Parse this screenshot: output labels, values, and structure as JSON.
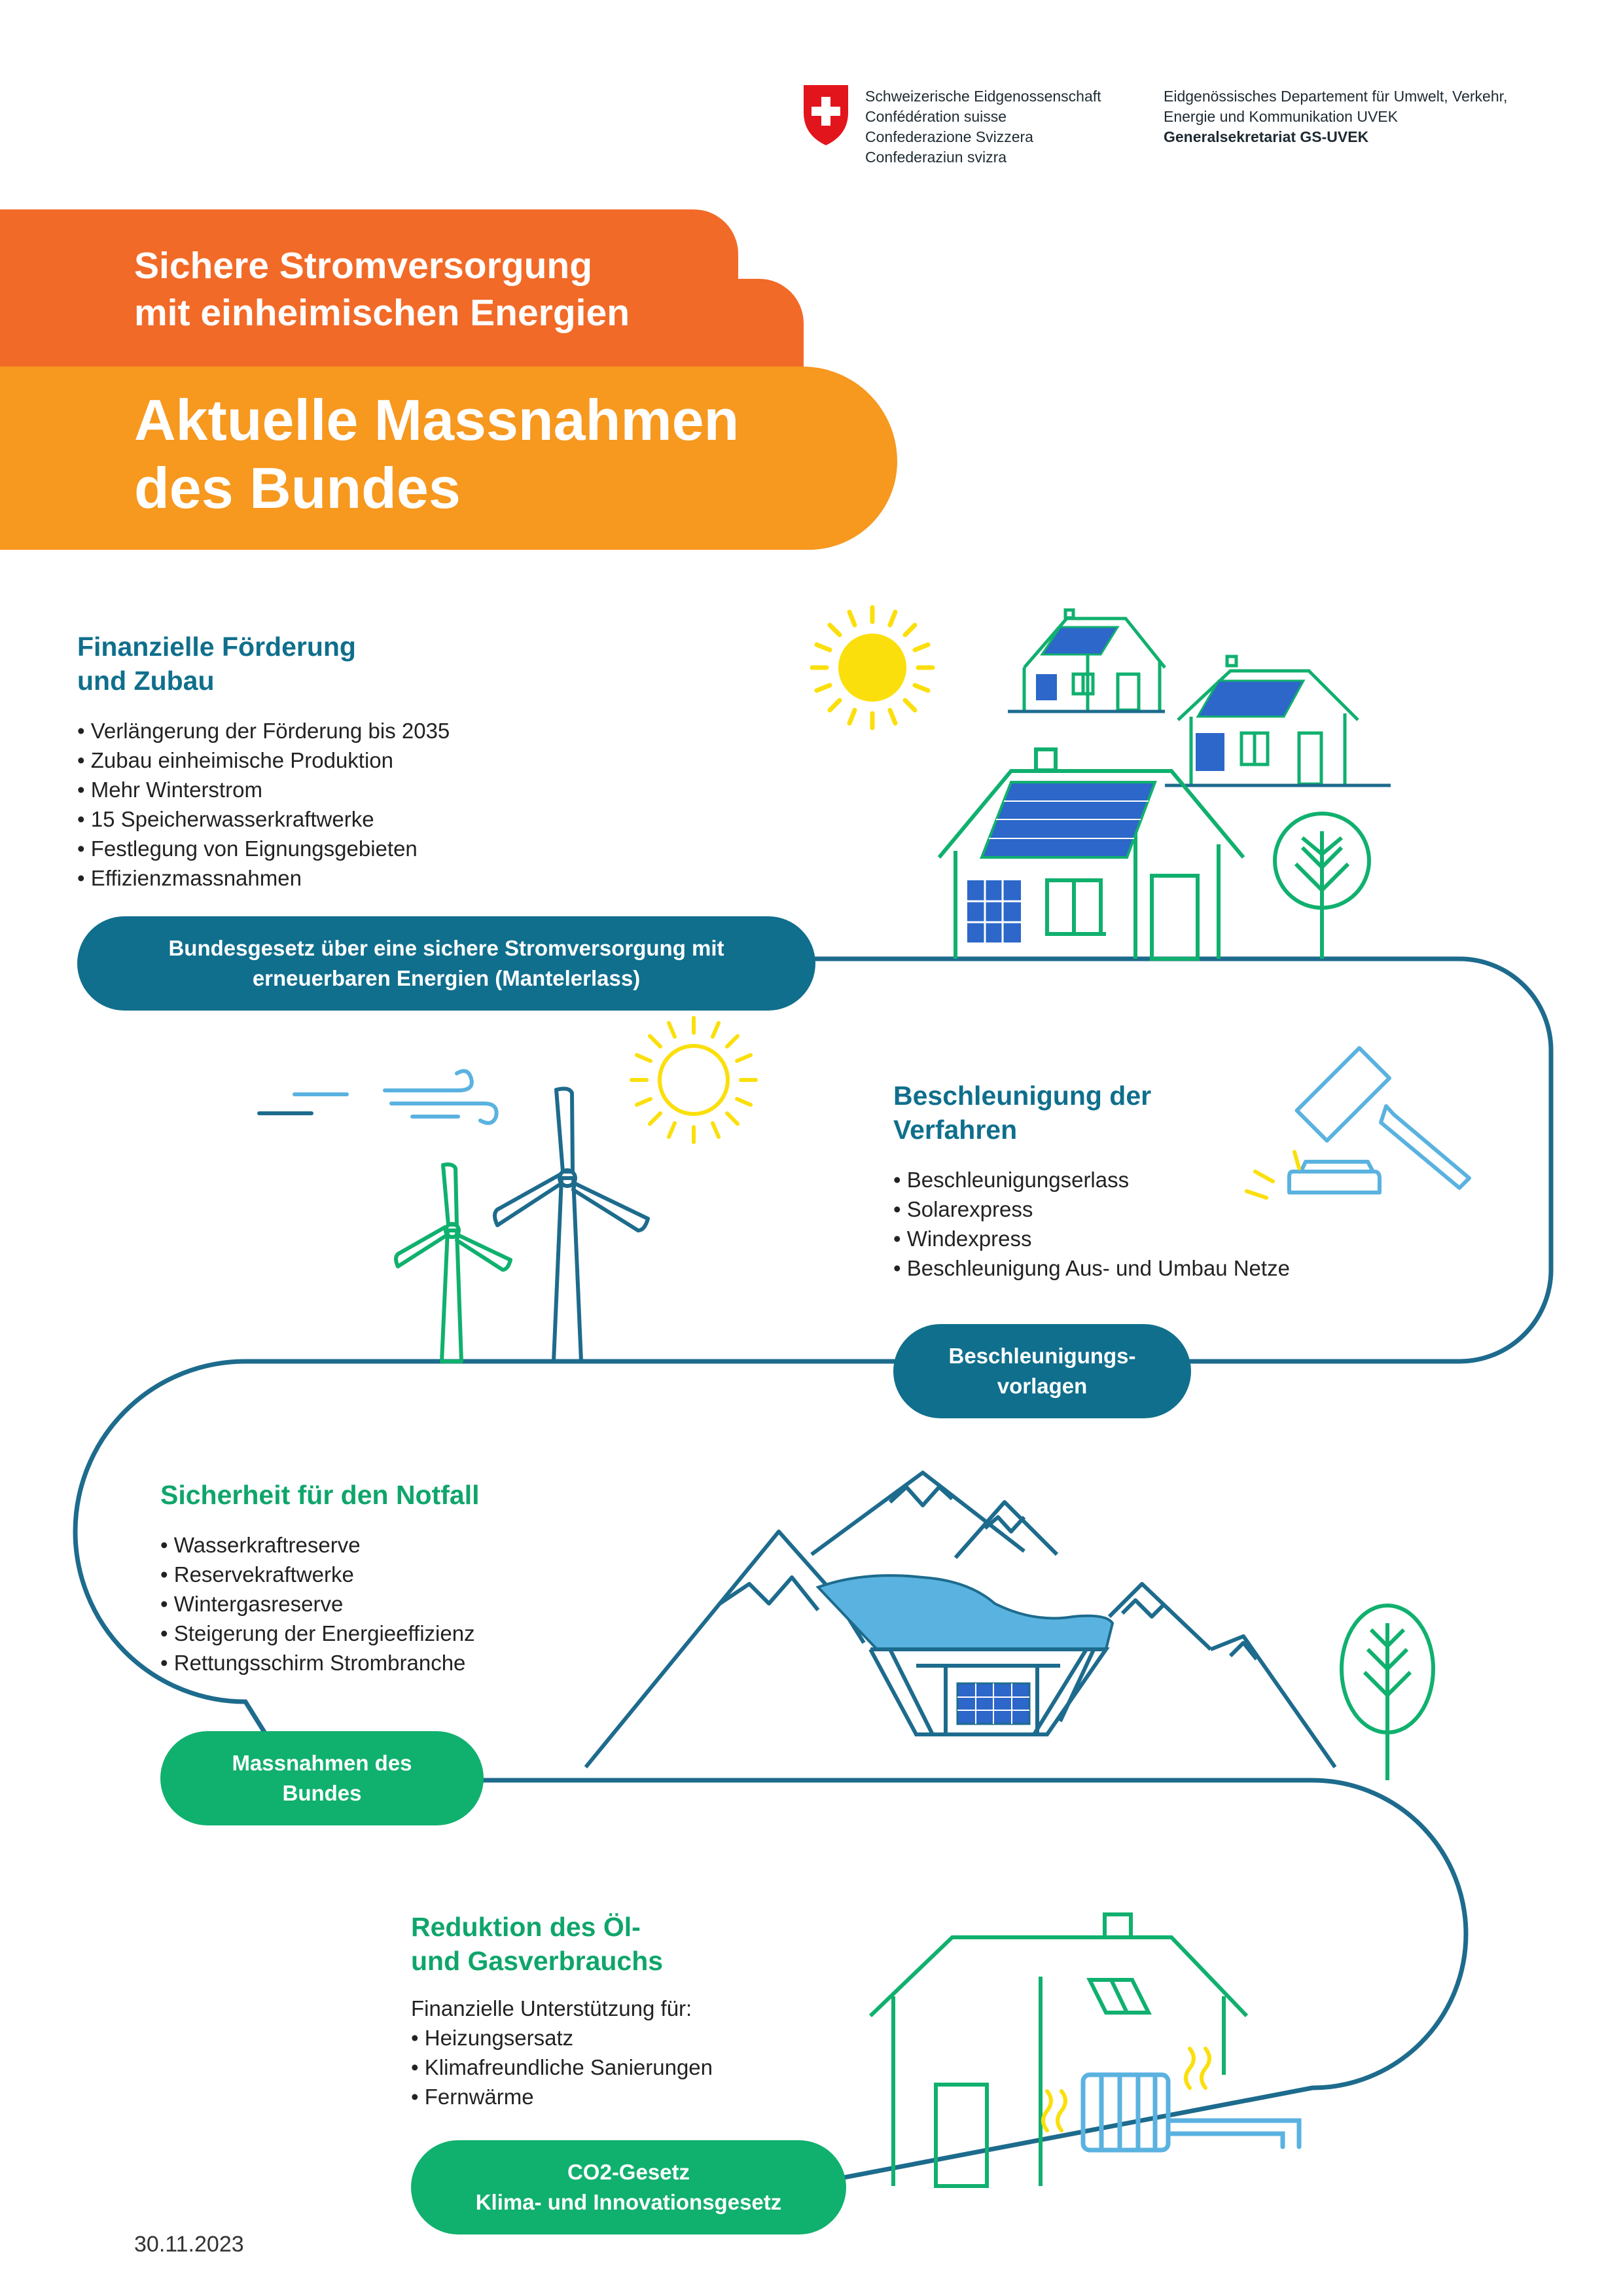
{
  "header": {
    "federation_lines": [
      "Schweizerische Eidgenossenschaft",
      "Confédération suisse",
      "Confederazione Svizzera",
      "Confederaziun svizra"
    ],
    "department_lines": [
      "Eidgenössisches Departement für Umwelt, Verkehr,",
      "Energie und Kommunikation UVEK"
    ],
    "department_bold": "Generalsekretariat GS-UVEK"
  },
  "banner": {
    "subtitle_lines": [
      "Sichere Stromversorgung",
      "mit einheimischen Energien"
    ],
    "title_lines": [
      "Aktuelle Massnahmen",
      "des Bundes"
    ]
  },
  "sections": [
    {
      "title_lines": [
        "Finanzielle Förderung",
        "und Zubau"
      ],
      "bullets": [
        "Verlängerung der Förderung bis 2035",
        "Zubau einheimische Produktion",
        "Mehr Winterstrom",
        "15 Speicherwasserkraftwerke",
        "Festlegung von Eignungsgebieten",
        "Effizienzmassnahmen"
      ],
      "pill_lines": [
        "Bundesgesetz über eine sichere Stromversorgung mit",
        "erneuerbaren Energien (Mantelerlass)"
      ]
    },
    {
      "title_lines": [
        "Beschleunigung der",
        "Verfahren"
      ],
      "bullets": [
        "Beschleunigungserlass",
        "Solarexpress",
        "Windexpress",
        "Beschleunigung Aus- und Umbau Netze"
      ],
      "pill_lines": [
        "Beschleunigungs-",
        "vorlagen"
      ]
    },
    {
      "title_lines": [
        "Sicherheit für den Notfall"
      ],
      "bullets": [
        "Wasserkraftreserve",
        "Reservekraftwerke",
        "Wintergasreserve",
        "Steigerung der Energieeffizienz",
        "Rettungsschirm Strombranche"
      ],
      "pill_lines": [
        "Massnahmen des",
        "Bundes"
      ]
    },
    {
      "title_lines": [
        "Reduktion des Öl-",
        "und Gasverbrauchs"
      ],
      "intro": "Finanzielle Unterstützung für:",
      "bullets": [
        "Heizungsersatz",
        "Klimafreundliche Sanierungen",
        "Fernwärme"
      ],
      "pill_lines": [
        "CO2-Gesetz",
        "Klima- und Innovationsgesetz"
      ]
    }
  ],
  "date": "30.11.2023",
  "colors": {
    "orange_dark": "#f26a28",
    "orange_light": "#f7981f",
    "petrol": "#106f8d",
    "green": "#10b06e",
    "light_blue": "#5ab2e0",
    "yellow": "#fbdf0c",
    "swiss_red": "#e3151c"
  }
}
